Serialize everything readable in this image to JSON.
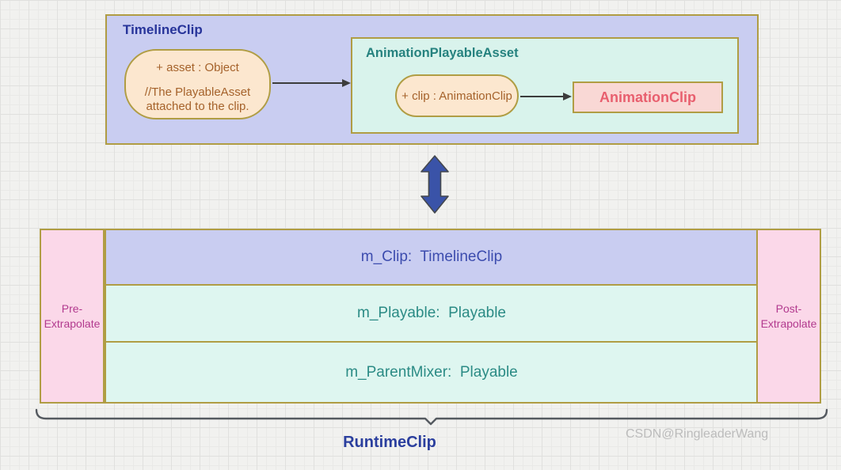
{
  "palette": {
    "lavender": "#c9cdf1",
    "mint_box": "#d9f3ec",
    "mint_row": "#def6f0",
    "peach_node": "#fce7cf",
    "pink_box": "#f9d8d5",
    "pink_column": "#fbd8e9",
    "gold_border": "#b09d44",
    "navy_text": "#27349a",
    "teal_text": "#26827f",
    "brown_text": "#a5622b",
    "coral_text": "#e85f6e",
    "magenta_text": "#b23a8e",
    "row_blue_text": "#3c4cae",
    "row_teal_text": "#2b8b85",
    "arrow_blue": "#3a53a8",
    "brace_gray": "#555a60",
    "watermark_gray": "#bcbcbc"
  },
  "timeline_clip": {
    "title": "TimelineClip",
    "asset_node": {
      "signature": "+ asset : Object",
      "comment_line1": "//The PlayableAsset",
      "comment_line2": "attached to the clip."
    }
  },
  "animation_playable_asset": {
    "title": "AnimationPlayableAsset",
    "clip_node": {
      "signature": "+ clip : AnimationClip"
    },
    "animation_clip_label": "AnimationClip"
  },
  "runtime_clip": {
    "pre_extrapolate": {
      "line1": "Pre-",
      "line2": "Extrapolate"
    },
    "post_extrapolate": {
      "line1": "Post-",
      "line2": "Extrapolate"
    },
    "rows": [
      {
        "label": "m_Clip:  TimelineClip"
      },
      {
        "label": "m_Playable:  Playable"
      },
      {
        "label": "m_ParentMixer:  Playable"
      }
    ],
    "brace_label": "RuntimeClip"
  },
  "watermark": "CSDN@RingleaderWang"
}
